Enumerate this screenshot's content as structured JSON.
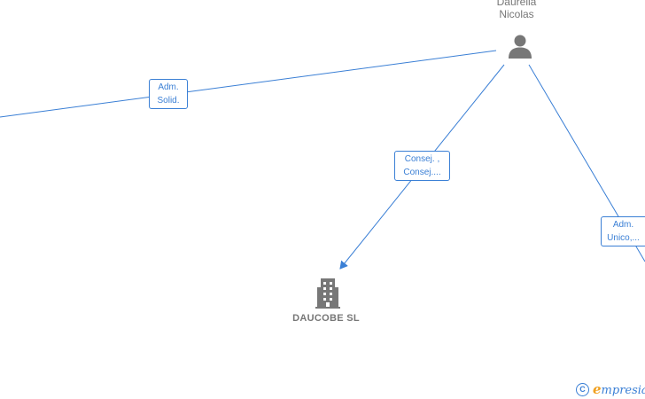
{
  "diagram": {
    "person": {
      "name_line1": "Daurella",
      "name_line2": "Nicolas",
      "icon": "person-icon"
    },
    "company": {
      "name": "DAUCOBE SL",
      "icon": "building-icon"
    },
    "edges": [
      {
        "line1": "Adm.",
        "line2": "Solid."
      },
      {
        "line1": "Consej. ,",
        "line2": "Consej...."
      },
      {
        "line1": "Adm.",
        "line2": "Unico,..."
      }
    ],
    "colors": {
      "accent": "#3a7fd5",
      "node_gray": "#777777",
      "brand_e": "#f0a020"
    }
  },
  "footer": {
    "copyright_symbol": "C",
    "brand_first_letter": "e",
    "brand_rest": "mpresia"
  }
}
